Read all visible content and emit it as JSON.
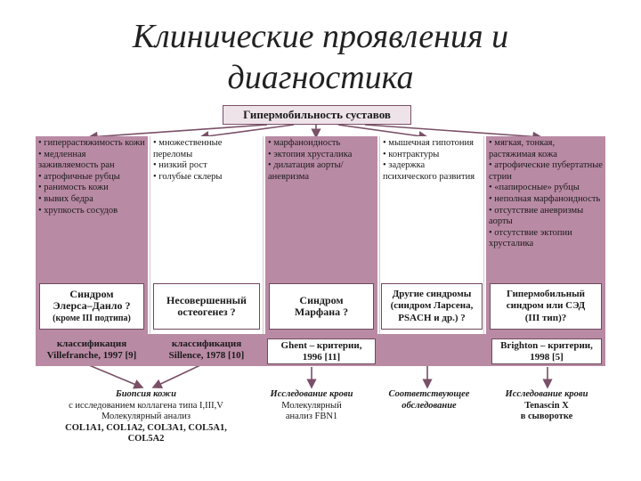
{
  "title": {
    "line1": "Клинические проявления и",
    "line2": "диагностика"
  },
  "top_box": "Гипермобильность суставов",
  "columns": [
    {
      "items": [
        "• гиперрастяжимость кожи",
        "• медленная заживляемость ран",
        "• атрофичные рубцы",
        "• ранимость кожи",
        "• вывих бедра",
        "• хрупкость сосудов"
      ]
    },
    {
      "items": [
        "• множественные переломы",
        "• низкий рост",
        "• голубые склеры"
      ]
    },
    {
      "items": [
        "• марфаноидность",
        "• эктопия хрусталика",
        "• дилатация аорты/аневризма"
      ]
    },
    {
      "items": [
        "• мышечная гипотония",
        "• контрактуры",
        "• задержка психического развития"
      ]
    },
    {
      "items": [
        "• мягкая, тонкая, растяжимая кожа",
        "• атрофические пубертатные стрии",
        "• «папиросные» рубцы",
        "• неполная марфаноидность",
        "• отсутствие аневризмы аорты",
        "• отсутствие эктопии хрусталика"
      ]
    }
  ],
  "syndromes": [
    {
      "line1": "Синдром",
      "line2": "Элерса–Данло ?",
      "sub": "(кроме III подтипа)"
    },
    {
      "line1": "Несовершенный",
      "line2": "остеогенез ?",
      "sub": ""
    },
    {
      "line1": "Синдром",
      "line2": "Марфана ?",
      "sub": ""
    },
    {
      "line1": "Другие синдромы",
      "line2": "(синдром Ларсена,",
      "sub": "PSACH и др.) ?"
    },
    {
      "line1": "Гипермобильный",
      "line2": "синдром или СЭД",
      "sub": "(III тип)?"
    }
  ],
  "classifications": [
    {
      "line1": "классификация",
      "line2": "Villefranche, 1997 [9]"
    },
    {
      "line1": "классификация",
      "line2": "Sillence, 1978 [10]"
    },
    {
      "line1": "Ghent – критерии,",
      "line2": "1996 [11]"
    },
    {
      "line1": "Brighton – критерии,",
      "line2": "1998 [5]"
    }
  ],
  "bottom": [
    {
      "head": "Биопсия кожи",
      "lines": [
        "с исследованием коллагена типа I,III,V",
        "Молекулярный анализ",
        "COL1A1, COL1A2, COL3A1, COL5A1,",
        "COL5A2"
      ]
    },
    {
      "head": "Исследование крови",
      "lines": [
        "Молекулярный",
        "анализ FBN1"
      ]
    },
    {
      "head": "Соответствующее",
      "lines": [
        "обследование"
      ]
    },
    {
      "head": "Исследование крови",
      "lines": [
        "Tenascin X",
        "в сыворотке"
      ]
    }
  ]
}
